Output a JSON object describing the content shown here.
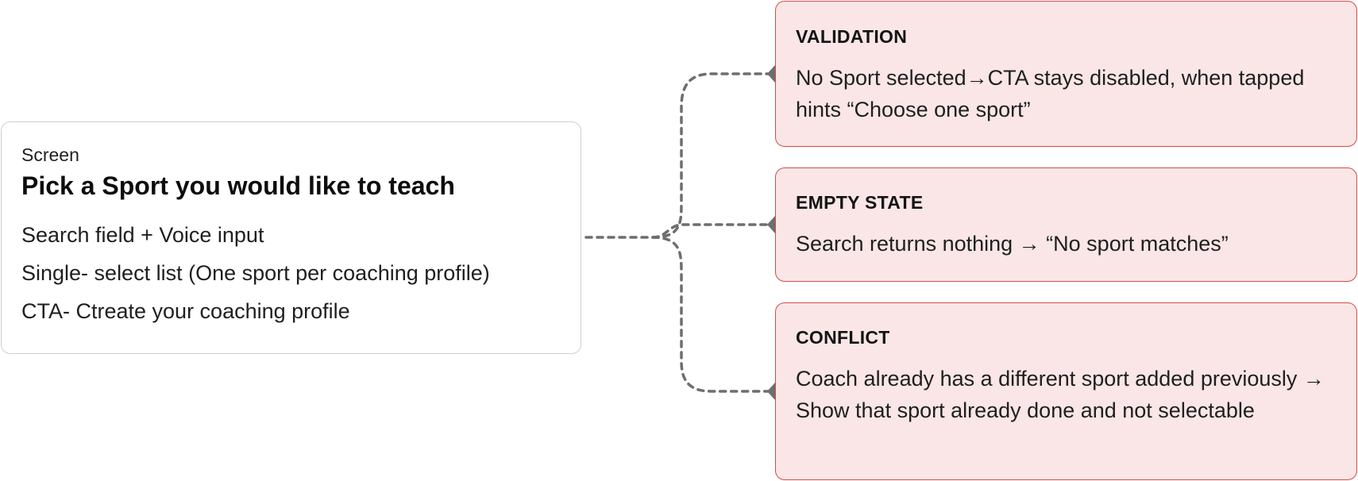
{
  "screen": {
    "label": "Screen",
    "title": "Pick a Sport you would like to teach",
    "items": [
      "Search field + Voice input",
      "Single- select list (One sport per coaching profile)",
      "CTA- Ctreate your coaching profile"
    ]
  },
  "notes": [
    {
      "title": "VALIDATION",
      "body": "No Sport selected→CTA stays disabled, when tapped hints “Choose one sport”"
    },
    {
      "title": "EMPTY STATE",
      "body": "Search returns nothing → “No sport matches”"
    },
    {
      "title": "CONFLICT",
      "body": "Coach already has a different sport added previously → Show that sport already done and not selectable"
    }
  ],
  "colors": {
    "note_fill": "#fae6e6",
    "note_border": "#d44b4b",
    "connector": "#6e6e6e"
  }
}
